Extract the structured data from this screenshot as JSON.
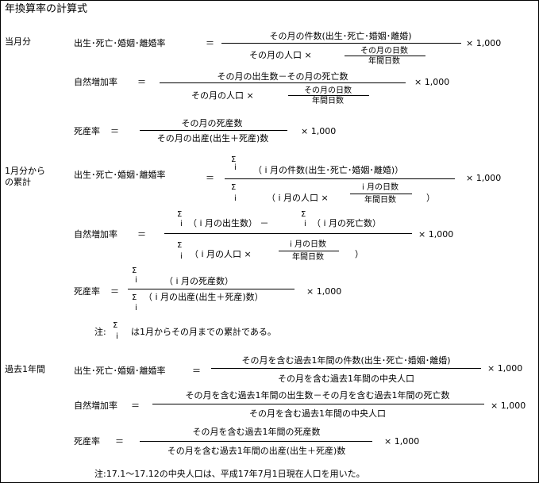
{
  "title": "年換算率の計算式",
  "labels": {
    "current_month": "当月分",
    "cumulative": [
      "1月分から",
      "の累計"
    ],
    "past_year": "過去1年間"
  },
  "common": {
    "times_1000": "× 1,000",
    "birth_rate_label": "出生･死亡･婚姻･離婚率",
    "natural_increase_label": "自然増加率",
    "stillbirth_label": "死産率",
    "eq": "＝",
    "sigma": "Σ",
    "i": "i",
    "paren_open": "（",
    "paren_close": "）",
    "minus": "－"
  },
  "month": {
    "birth_num": "その月の件数(出生･死亡･婚姻･離婚)",
    "pop": "その月の人口 ×",
    "days_num": "その月の日数",
    "days_den": "年間日数",
    "nat_num": "その月の出生数－その月の死亡数",
    "still_num": "その月の死産数",
    "still_den": "その月の出産(出生＋死産)数"
  },
  "cum": {
    "birth_num": "（ i 月の件数(出生･死亡･婚姻･離婚)）",
    "pop": "（ i 月の人口 ×",
    "days_num": "i 月の日数",
    "days_den": "年間日数",
    "births": "（ i 月の出生数） －",
    "deaths": "（ i 月の死亡数）",
    "still_num": "（ i 月の死産数）",
    "still_den": "（ i 月の出産(出生＋死産)数）",
    "note_prefix": "注:",
    "note_text": "は1月からその月までの累計である。"
  },
  "year": {
    "birth_num": "その月を含む過去1年間の件数(出生･死亡･婚姻･離婚)",
    "den": "その月を含む過去1年間の中央人口",
    "nat_num": "その月を含む過去1年間の出生数－その月を含む過去1年間の死亡数",
    "still_num": "その月を含む過去1年間の死産数",
    "still_den": "その月を含む過去1年間の出産(出生＋死産)数",
    "note": "注:17.1～17.12の中央人口は、平成17年7月1日現在人口を用いた。"
  }
}
